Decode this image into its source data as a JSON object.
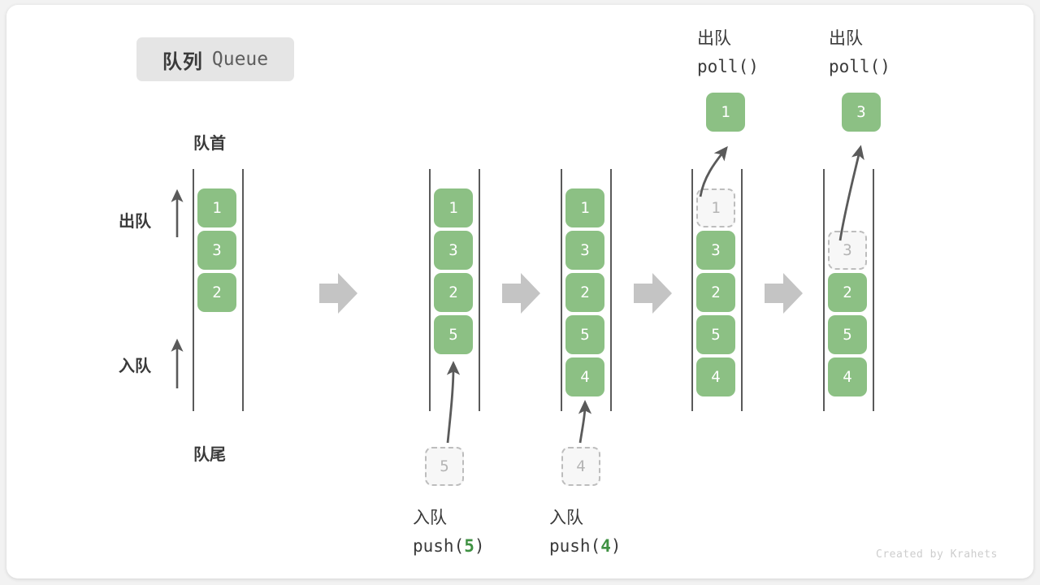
{
  "title": {
    "cn": "队列",
    "en": "Queue"
  },
  "labels": {
    "front": "队首",
    "rear": "队尾",
    "dequeue_side": "出队",
    "enqueue_side": "入队"
  },
  "colors": {
    "element": "#8cc084",
    "ghost_fill": "#f7f7f7",
    "ghost_border": "#bdbdbd",
    "rail": "#5a5a5a",
    "flow_arrow": "#c4c4c4",
    "title_chip": "#e5e5e5",
    "code_number": "#3f9142",
    "text": "#3a3a3a"
  },
  "credit": "Created by Krahets",
  "columns": [
    {
      "id": "initial",
      "slots": [
        "1",
        "3",
        "2",
        "",
        ""
      ],
      "ghost_index": -1
    },
    {
      "id": "push-5",
      "slots": [
        "1",
        "3",
        "2",
        "5",
        ""
      ],
      "ghost_index": -1,
      "operation": {
        "cn": "入队",
        "code_prefix": "push(",
        "code_arg": "5",
        "code_suffix": ")"
      },
      "incoming": "5"
    },
    {
      "id": "push-4",
      "slots": [
        "1",
        "3",
        "2",
        "5",
        "4"
      ],
      "ghost_index": -1,
      "operation": {
        "cn": "入队",
        "code_prefix": "push(",
        "code_arg": "4",
        "code_suffix": ")"
      },
      "incoming": "4"
    },
    {
      "id": "poll-1",
      "slots": [
        "1",
        "3",
        "2",
        "5",
        "4"
      ],
      "ghost_index": 0,
      "operation": {
        "cn": "出队",
        "code_prefix": "poll(",
        "code_arg": "",
        "code_suffix": ")"
      },
      "outgoing": "1"
    },
    {
      "id": "poll-3",
      "slots": [
        "",
        "3",
        "2",
        "5",
        "4"
      ],
      "ghost_index": 1,
      "operation": {
        "cn": "出队",
        "code_prefix": "poll(",
        "code_arg": "",
        "code_suffix": ")"
      },
      "outgoing": "3"
    }
  ]
}
